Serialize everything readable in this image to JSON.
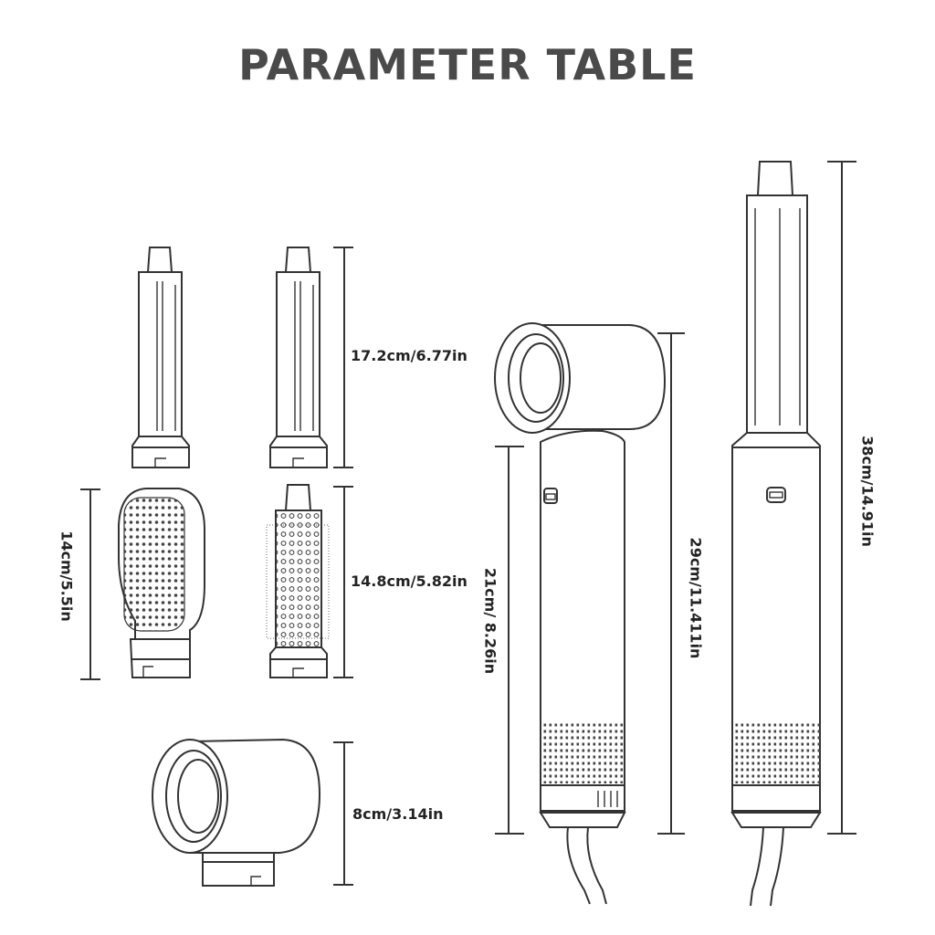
{
  "title": "PARAMETER TABLE",
  "dimensions": {
    "curler_barrel": "17.2cm/6.77in",
    "round_brush": "14.8cm/5.82in",
    "paddle_brush": "14cm/5.5in",
    "dryer_nozzle": "8cm/3.14in",
    "dryer_handle": "21cm/ 8.26in",
    "dryer_total": "29cm/11.411in",
    "styler_total": "38cm/14.91in"
  },
  "colors": {
    "title": "#4a4a4a",
    "line": "#333333",
    "background": "#ffffff"
  }
}
